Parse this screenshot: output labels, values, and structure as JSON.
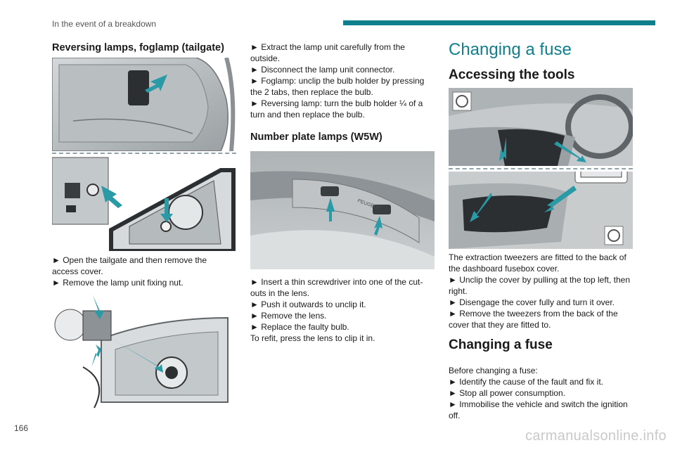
{
  "header": {
    "section": "In the event of a breakdown"
  },
  "page_number": "166",
  "watermark": "carmanualsonline.info",
  "colors": {
    "accent": "#0f7f8c",
    "arrow": "#2a9aa6"
  },
  "col1": {
    "title": "Reversing lamps, foglamp (tailgate)",
    "steps": [
      "► Open the tailgate and then remove the",
      "access cover.",
      "► Remove the lamp unit fixing nut."
    ]
  },
  "col2": {
    "steps": [
      "► Extract the lamp unit carefully from the",
      "outside.",
      "► Disconnect the lamp unit connector.",
      "► Foglamp: unclip the bulb holder by pressing",
      "the 2 tabs, then replace the bulb.",
      "► Reversing lamp: turn the bulb holder ¼ of a",
      "turn and then replace the bulb."
    ],
    "plate_title": "Number plate lamps (W5W)",
    "plate_brand": "PEUGEOT",
    "plate_steps": [
      "► Insert a thin screwdriver into one of the cut-",
      "outs in the lens.",
      "► Push it outwards to unclip it.",
      "► Remove the lens.",
      "► Replace the faulty bulb.",
      "To refit, press the lens to clip it in."
    ]
  },
  "col3": {
    "main_title": "Changing a fuse",
    "tools_title": "Accessing the tools",
    "tools_steps": [
      "The extraction tweezers are fitted to the back of",
      "the dashboard fusebox cover.",
      "► Unclip the cover by pulling at the top left, then",
      "right.",
      "► Disengage the cover fully and turn it over.",
      "► Remove the tweezers from the back of the",
      "cover that they are fitted to."
    ],
    "fuse_title": "Changing a fuse",
    "fuse_steps": [
      "Before changing a fuse:",
      "► Identify the cause of the fault and fix it.",
      "► Stop all power consumption.",
      "► Immobilise the vehicle and switch the ignition",
      "off."
    ]
  }
}
